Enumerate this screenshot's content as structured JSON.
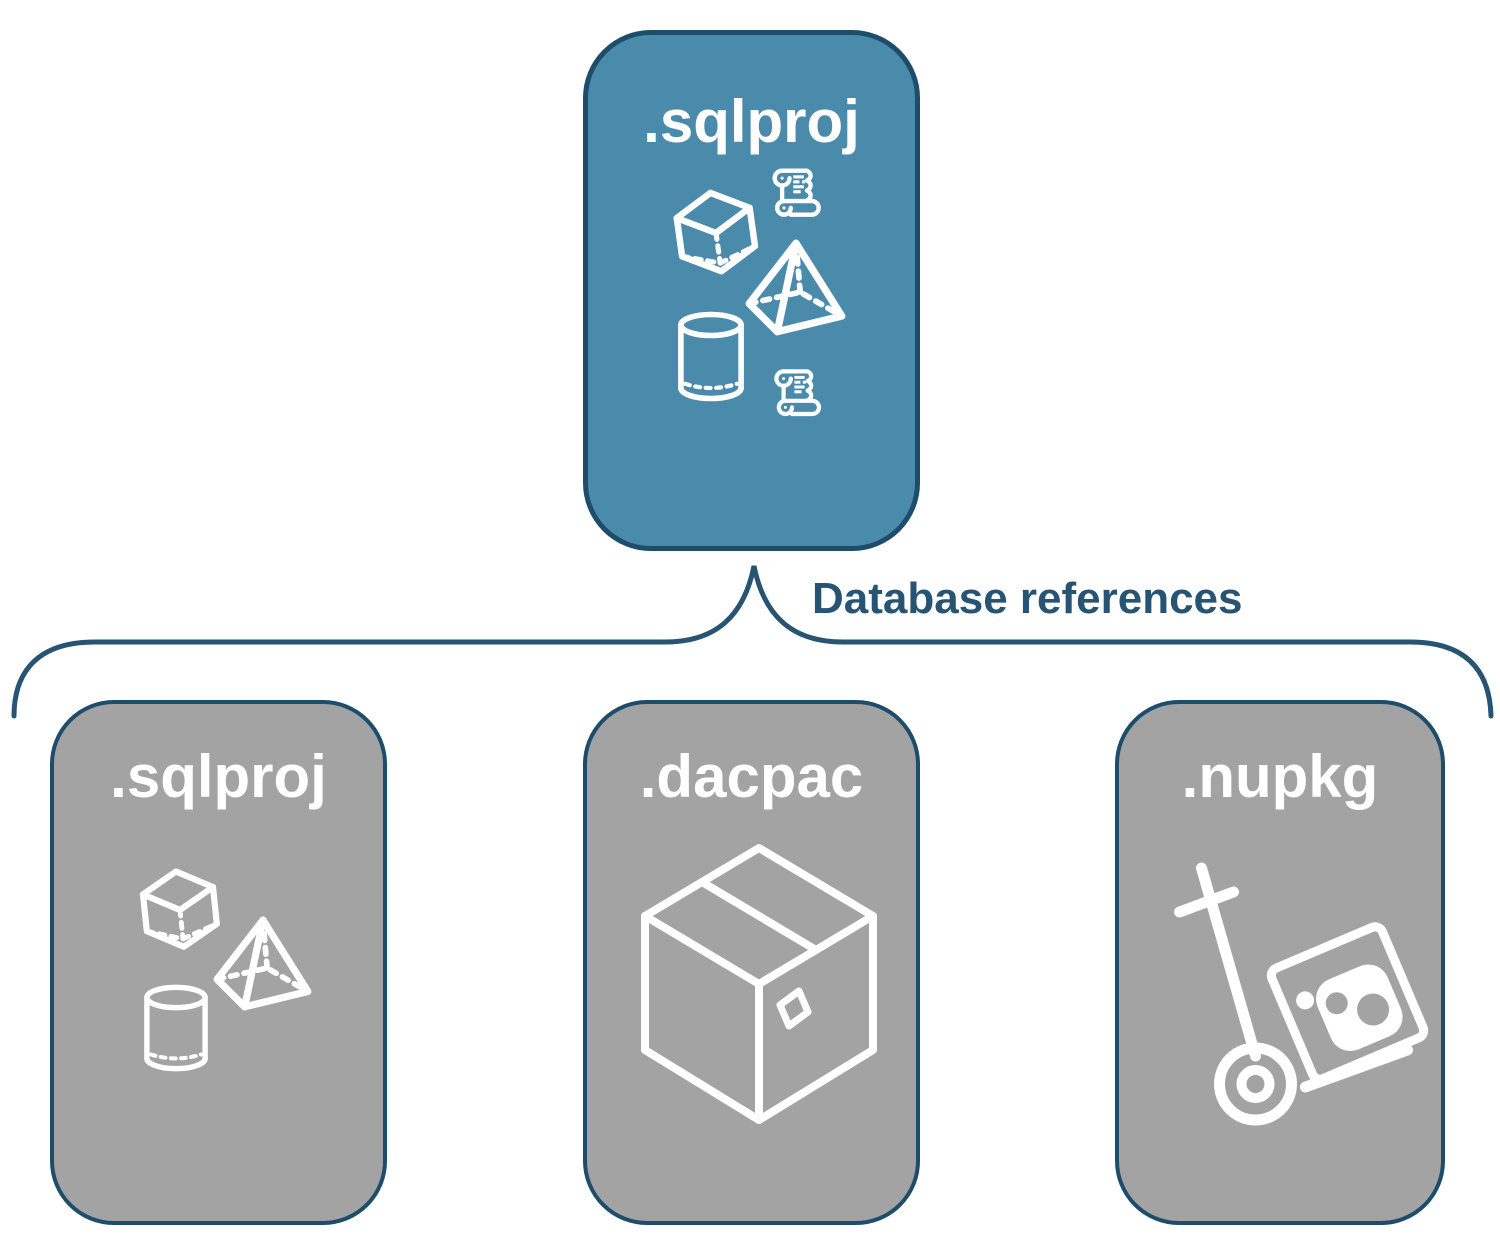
{
  "diagram": {
    "title": "SQL project database references diagram",
    "root": {
      "label": ".sqlproj",
      "icons": [
        "scroll-icon",
        "cube-icon",
        "pyramid-icon",
        "cylinder-icon",
        "scroll-icon"
      ]
    },
    "connector": {
      "label": "Database references"
    },
    "children": [
      {
        "label": ".sqlproj",
        "icons": [
          "cube-icon",
          "pyramid-icon",
          "cylinder-icon"
        ]
      },
      {
        "label": ".dacpac",
        "icons": [
          "package-box-icon"
        ]
      },
      {
        "label": ".nupkg",
        "icons": [
          "hand-truck-icon",
          "nuget-package-icon"
        ]
      }
    ],
    "colors": {
      "root_fill": "#4A8BAC",
      "child_fill": "#A3A3A3",
      "box_border": "#1E4D6B",
      "label_text": "#FFFFFF",
      "connector": "#265472",
      "icon_stroke": "#FFFFFF",
      "background": "#FFFFFF"
    }
  }
}
